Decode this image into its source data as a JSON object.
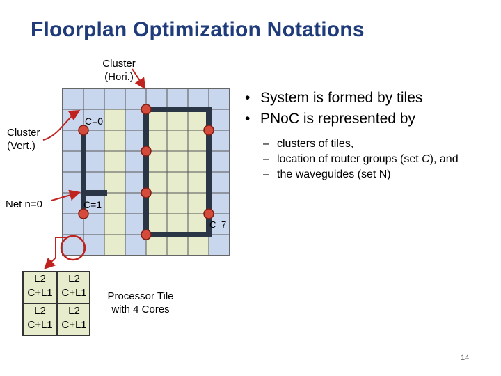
{
  "slide": {
    "title": "Floorplan Optimization Notations",
    "page_number": "14"
  },
  "labels": {
    "cluster_hori_1": "Cluster",
    "cluster_hori_2": "(Hori.)",
    "cluster_vert_1": "Cluster",
    "cluster_vert_2": "(Vert.)",
    "net": "Net n=0",
    "c0": "C=0",
    "c1": "C=1",
    "c7": "C=7",
    "processor_1": "Processor Tile",
    "processor_2": "with 4 Cores"
  },
  "bullets": [
    "System is formed by tiles",
    "PNoC is represented by"
  ],
  "sub_bullets": {
    "item1": "clusters of tiles,",
    "item2_pre": "location of router groups (set ",
    "item2_em": "C",
    "item2_post": "), and",
    "item3": "the waveguides (set N)"
  },
  "tile_table": {
    "r1c1": "L2",
    "r1c2": "L2",
    "r2c1": "C+L1",
    "r2c2": "C+L1",
    "r3c1": "L2",
    "r3c2": "L2",
    "r4c1": "C+L1",
    "r4c2": "C+L1"
  },
  "colors": {
    "tile_blue": "#c9d7ee",
    "tile_green": "#e7eccd",
    "router_red": "#d44a3b",
    "waveguide": "#2a3545",
    "arrow_red": "#c0231f",
    "title_blue": "#1f3b7a"
  }
}
